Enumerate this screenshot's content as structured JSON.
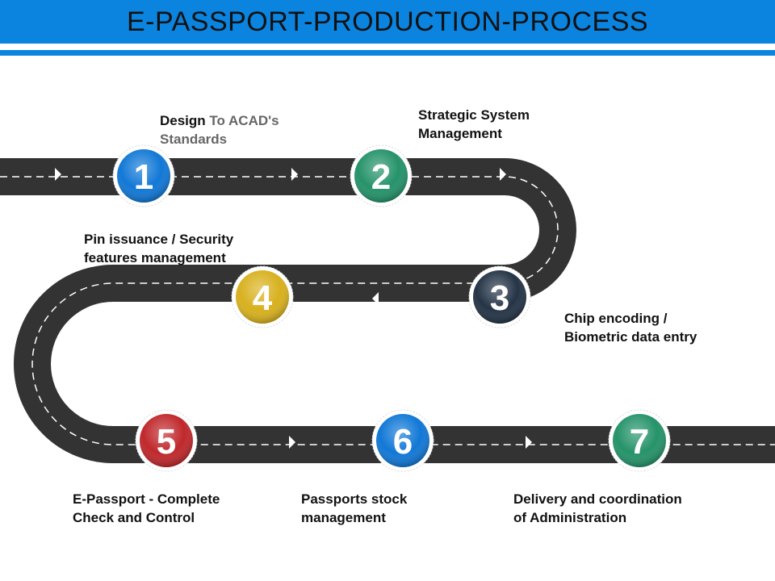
{
  "title": "E-PASSPORT-PRODUCTION-PROCESS",
  "colors": {
    "accent": "#0b84e0",
    "road": "#333333",
    "step1": "#1178d6",
    "step2": "#25936a",
    "step3": "#243446",
    "step4": "#d8b11e",
    "step5": "#c0282c",
    "step6": "#1178d6",
    "step7": "#25936a"
  },
  "steps": [
    {
      "number": "1",
      "label_line1_a": "Design",
      "label_line1_b": " To ACAD's",
      "label_line2": "Standards"
    },
    {
      "number": "2",
      "label_line1": "Strategic System",
      "label_line2": "Management"
    },
    {
      "number": "3",
      "label_line1": "Chip encoding /",
      "label_line2": "Biometric data entry"
    },
    {
      "number": "4",
      "label_line1": "Pin issuance / Security",
      "label_line2": "features management"
    },
    {
      "number": "5",
      "label_line1": "E-Passport - Complete",
      "label_line2": "Check and Control"
    },
    {
      "number": "6",
      "label_line1": "Passports stock",
      "label_line2": "management"
    },
    {
      "number": "7",
      "label_line1": "Delivery and coordination",
      "label_line2": "of Administration"
    }
  ]
}
